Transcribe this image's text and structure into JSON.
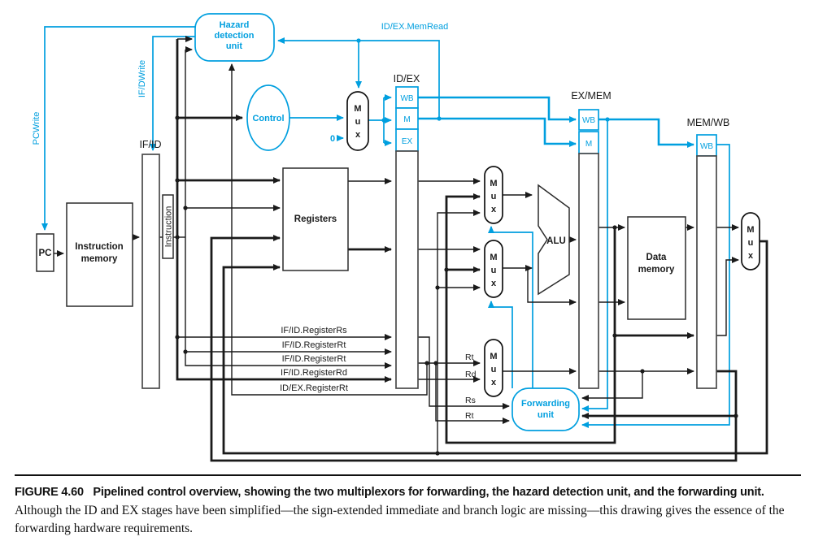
{
  "colors": {
    "accent": "#009fdf",
    "line": "#1a1a1a"
  },
  "caption": {
    "label": "FIGURE 4.60",
    "title": "Pipelined control overview, showing the two multiplexors for forwarding, the hazard detection unit, and the forwarding unit.",
    "body": "Although the ID and EX stages have been simplified—the sign-extended immediate and branch logic are missing—this drawing gives the essence of the forwarding hardware requirements."
  },
  "blocks": {
    "pc": "PC",
    "instruction_memory": [
      "Instruction",
      "memory"
    ],
    "registers": "Registers",
    "alu": "ALU",
    "data_memory": [
      "Data",
      "memory"
    ],
    "hazard_unit": [
      "Hazard",
      "detection",
      "unit"
    ],
    "control": "Control",
    "forwarding_unit": [
      "Forwarding",
      "unit"
    ],
    "mux": [
      "M",
      "u",
      "x"
    ]
  },
  "pipeline_registers": {
    "if_id": "IF/ID",
    "id_ex": "ID/EX",
    "ex_mem": "EX/MEM",
    "mem_wb": "MEM/WB",
    "wb": "WB",
    "m": "M",
    "ex": "EX"
  },
  "signals": {
    "pcwrite": "PCWrite",
    "ifdwrite": "IF/DWrite",
    "memread": "ID/EX.MemRead",
    "instruction": "Instruction",
    "zero": "0"
  },
  "bus_labels": [
    "IF/ID.RegisterRs",
    "IF/ID.RegisterRt",
    "IF/ID.RegisterRt",
    "IF/ID.RegisterRd",
    "ID/EX.RegisterRt"
  ],
  "port_labels": {
    "rt_mux": "Rt",
    "rd_mux": "Rd",
    "rs_fwd": "Rs",
    "rt_fwd": "Rt"
  }
}
